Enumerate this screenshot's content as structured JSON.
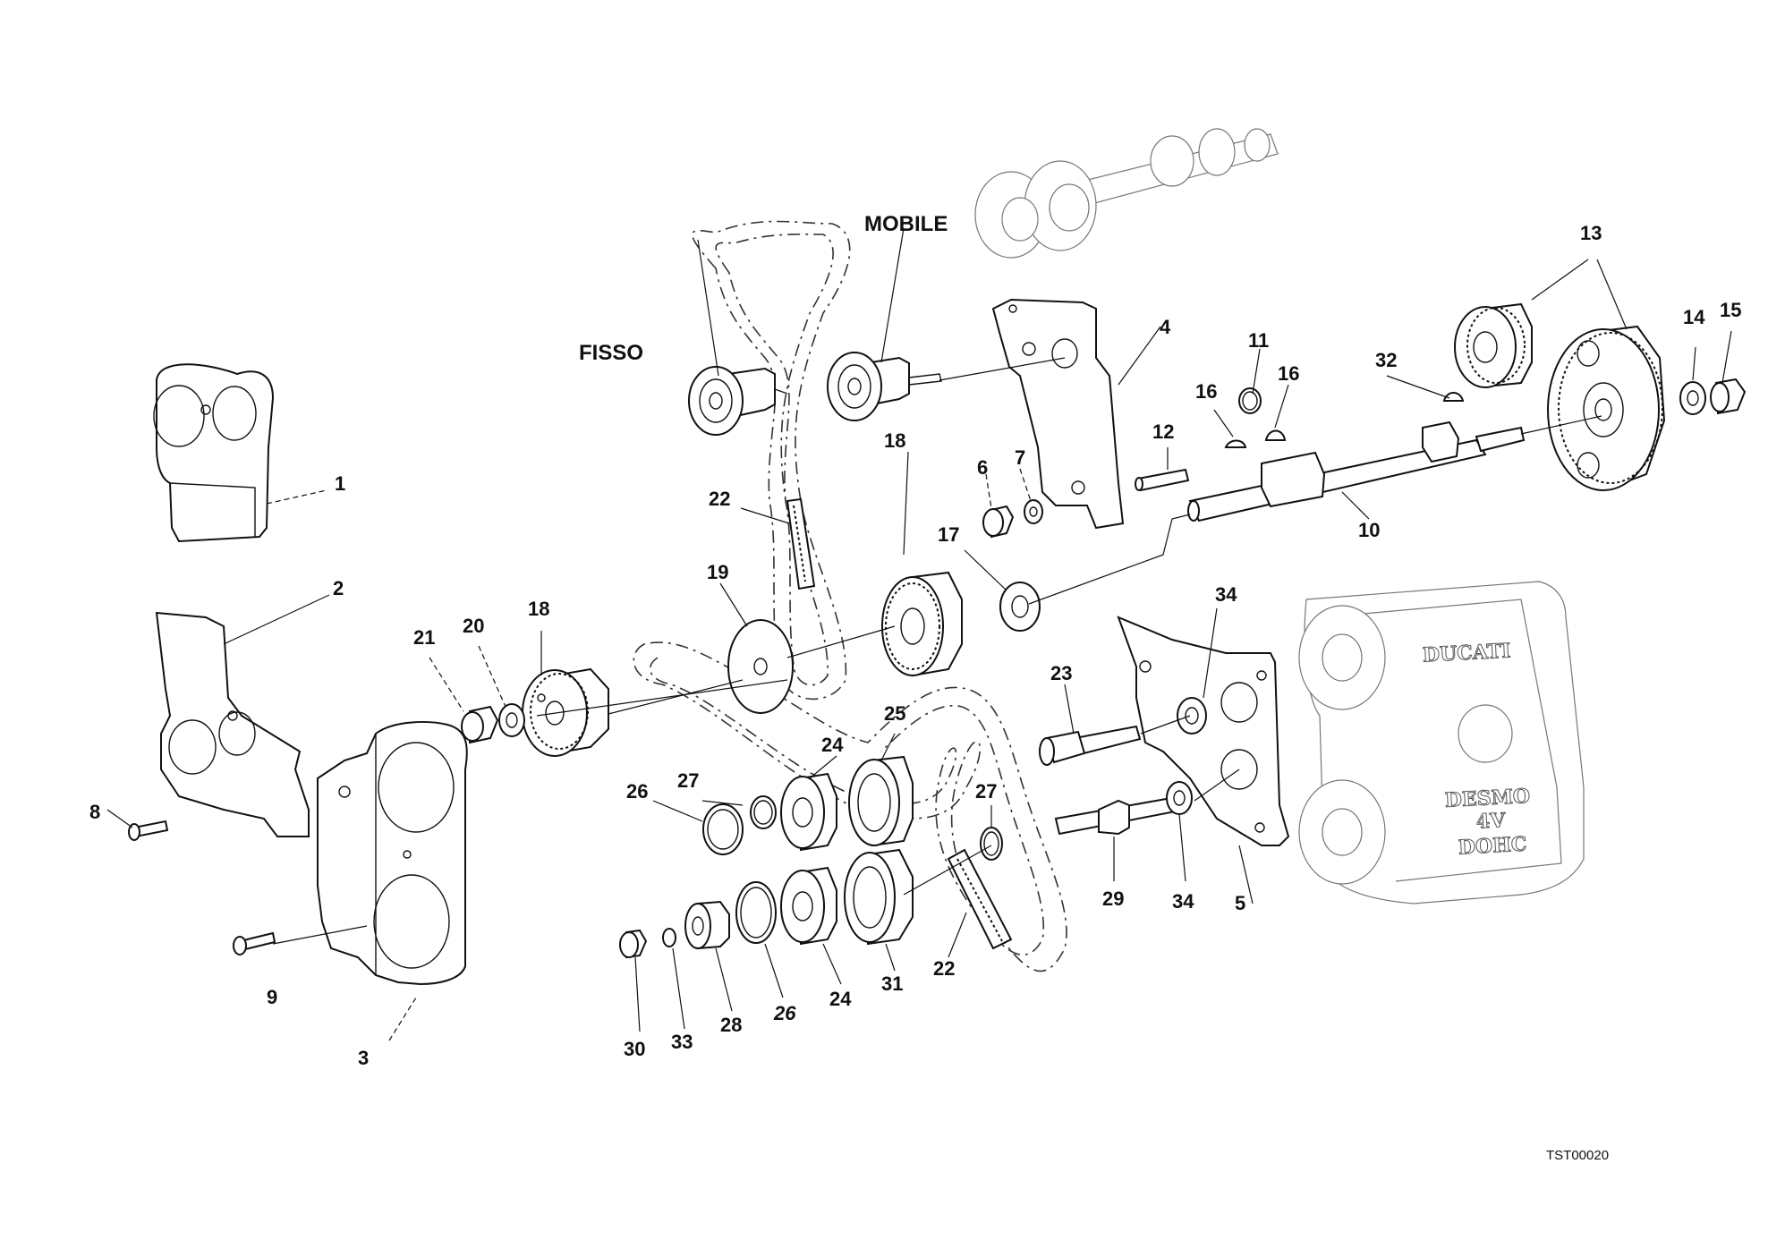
{
  "labels": {
    "fisso": "FISSO",
    "mobile": "MOBILE",
    "p1": "1",
    "p2": "2",
    "p3": "3",
    "p4": "4",
    "p5": "5",
    "p6": "6",
    "p7": "7",
    "p8": "8",
    "p9": "9",
    "p10": "10",
    "p11": "11",
    "p12": "12",
    "p13": "13",
    "p14": "14",
    "p15": "15",
    "p16a": "16",
    "p16b": "16",
    "p17": "17",
    "p18a": "18",
    "p18b": "18",
    "p19": "19",
    "p20": "20",
    "p21": "21",
    "p22a": "22",
    "p22b": "22",
    "p23": "23",
    "p24a": "24",
    "p24b": "24",
    "p25": "25",
    "p26a": "26",
    "p26b": "26",
    "p27a": "27",
    "p27b": "27",
    "p28": "28",
    "p29": "29",
    "p30": "30",
    "p31": "31",
    "p32": "32",
    "p33": "33",
    "p34a": "34",
    "p34b": "34"
  },
  "engine_lettering": {
    "line1": "DUCATI",
    "line2": "DESMO",
    "line3": "4V",
    "line4": "DOHC"
  },
  "drawing_code": "TST00020"
}
